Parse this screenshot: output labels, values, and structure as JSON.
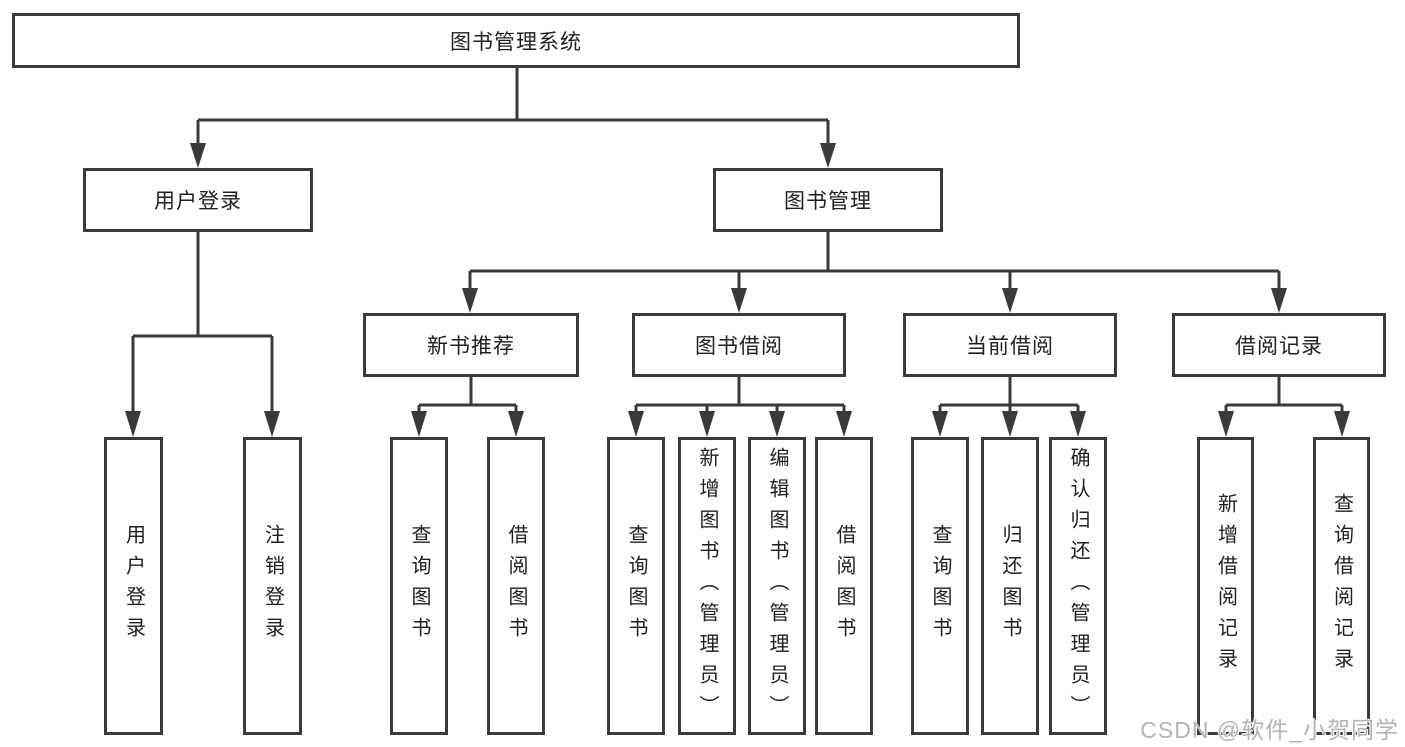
{
  "title": "图书管理系统",
  "tree": {
    "label": "图书管理系统",
    "children": [
      {
        "label": "用户登录",
        "children": [
          {
            "label": "用户登录"
          },
          {
            "label": "注销登录"
          }
        ]
      },
      {
        "label": "图书管理",
        "children": [
          {
            "label": "新书推荐",
            "children": [
              {
                "label": "查询图书"
              },
              {
                "label": "借阅图书"
              }
            ]
          },
          {
            "label": "图书借阅",
            "children": [
              {
                "label": "查询图书"
              },
              {
                "label": "新增图书（管理员）"
              },
              {
                "label": "编辑图书（管理员）"
              },
              {
                "label": "借阅图书"
              }
            ]
          },
          {
            "label": "当前借阅",
            "children": [
              {
                "label": "查询图书"
              },
              {
                "label": "归还图书"
              },
              {
                "label": "确认归还（管理员）"
              }
            ]
          },
          {
            "label": "借阅记录",
            "children": [
              {
                "label": "新增借阅记录"
              },
              {
                "label": "查询借阅记录"
              }
            ]
          }
        ]
      }
    ]
  },
  "watermark": {
    "text": "CSDN @软件_小贺同学"
  },
  "colors": {
    "line": "#3a3a3a",
    "text": "#1f1f1f",
    "watermark": "#b0b5ba",
    "background": "#ffffff"
  }
}
